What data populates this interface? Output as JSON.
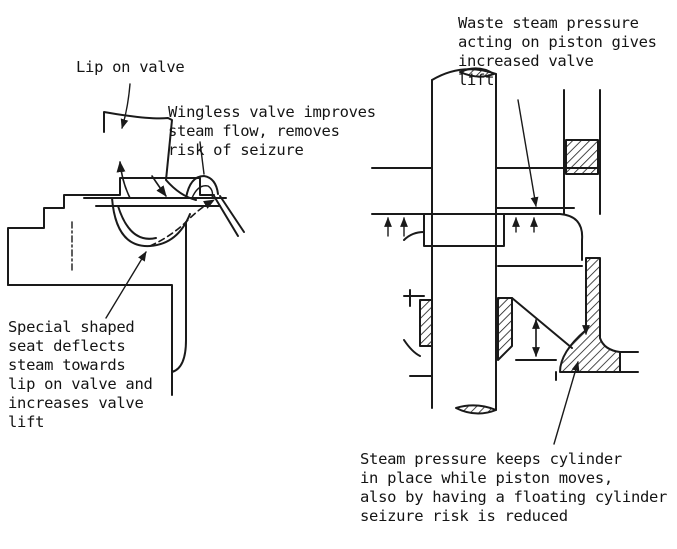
{
  "figure": {
    "labels": {
      "lip_on_valve": "Lip on valve",
      "wingless_valve": "Wingless valve improves\nsteam flow, removes\nrisk of seizure",
      "special_seat": "Special shaped\nseat deflects\nsteam towards\nlip on valve and\nincreases valve\nlift",
      "waste_steam": "Waste steam pressure\nacting on piston gives\nincreased valve\nlift",
      "steam_pressure_cylinder": "Steam pressure keeps cylinder\nin place while piston moves,\nalso by having a floating cylinder\nseizure risk is reduced"
    }
  }
}
